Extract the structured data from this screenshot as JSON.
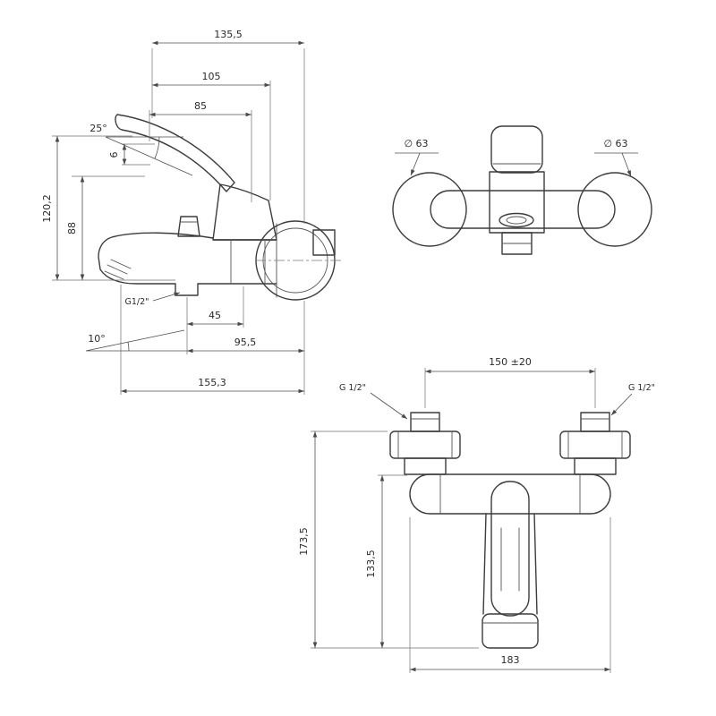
{
  "drawing": {
    "side_view": {
      "dim_top_width": "135,5",
      "dim_width_105": "105",
      "dim_width_85": "85",
      "angle_handle": "25°",
      "dim_handle_6": "6",
      "dim_height_total": "120,2",
      "dim_height_88": "88",
      "thread_outlet": "G1/2\"",
      "dim_45": "45",
      "angle_spout": "10°",
      "dim_95_5": "95,5",
      "dim_total_155_3": "155,3"
    },
    "front_view": {
      "dia_left": "∅ 63",
      "dia_right": "∅ 63"
    },
    "installation_view": {
      "dim_centers": "150 ±20",
      "thread_left": "G 1/2\"",
      "thread_right": "G 1/2\"",
      "dim_height_total": "173,5",
      "dim_height_body": "133,5",
      "dim_width_body": "183"
    }
  }
}
